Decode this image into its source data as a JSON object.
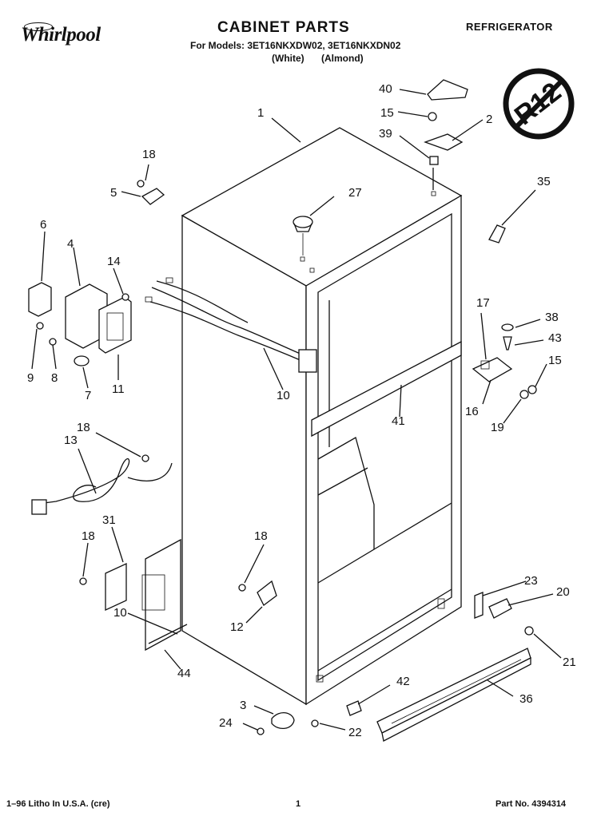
{
  "header": {
    "brand": "Whirlpool",
    "title": "CABINET PARTS",
    "category": "REFRIGERATOR",
    "models": "For Models: 3ET16NKXDW02, 3ET16NKXDN02",
    "variants": "(White) (Almond)"
  },
  "badge": {
    "text": "R12"
  },
  "callouts": [
    {
      "id": "c1",
      "label": "1"
    },
    {
      "id": "c2",
      "label": "2"
    },
    {
      "id": "c3",
      "label": "3"
    },
    {
      "id": "c4",
      "label": "4"
    },
    {
      "id": "c5",
      "label": "5"
    },
    {
      "id": "c6",
      "label": "6"
    },
    {
      "id": "c7",
      "label": "7"
    },
    {
      "id": "c8",
      "label": "8"
    },
    {
      "id": "c9",
      "label": "9"
    },
    {
      "id": "c10a",
      "label": "10"
    },
    {
      "id": "c10b",
      "label": "10"
    },
    {
      "id": "c11",
      "label": "11"
    },
    {
      "id": "c12",
      "label": "12"
    },
    {
      "id": "c13",
      "label": "13"
    },
    {
      "id": "c14",
      "label": "14"
    },
    {
      "id": "c15a",
      "label": "15"
    },
    {
      "id": "c15b",
      "label": "15"
    },
    {
      "id": "c16",
      "label": "16"
    },
    {
      "id": "c17",
      "label": "17"
    },
    {
      "id": "c18a",
      "label": "18"
    },
    {
      "id": "c18b",
      "label": "18"
    },
    {
      "id": "c18c",
      "label": "18"
    },
    {
      "id": "c18d",
      "label": "18"
    },
    {
      "id": "c19",
      "label": "19"
    },
    {
      "id": "c20",
      "label": "20"
    },
    {
      "id": "c21",
      "label": "21"
    },
    {
      "id": "c22",
      "label": "22"
    },
    {
      "id": "c23",
      "label": "23"
    },
    {
      "id": "c24",
      "label": "24"
    },
    {
      "id": "c27",
      "label": "27"
    },
    {
      "id": "c31",
      "label": "31"
    },
    {
      "id": "c35",
      "label": "35"
    },
    {
      "id": "c36",
      "label": "36"
    },
    {
      "id": "c38",
      "label": "38"
    },
    {
      "id": "c39",
      "label": "39"
    },
    {
      "id": "c40",
      "label": "40"
    },
    {
      "id": "c41",
      "label": "41"
    },
    {
      "id": "c42",
      "label": "42"
    },
    {
      "id": "c43",
      "label": "43"
    },
    {
      "id": "c44",
      "label": "44"
    }
  ],
  "footer": {
    "litho": "1–96 Litho In U.S.A. (cre)",
    "page": "1",
    "part_no": "Part No. 4394314"
  }
}
